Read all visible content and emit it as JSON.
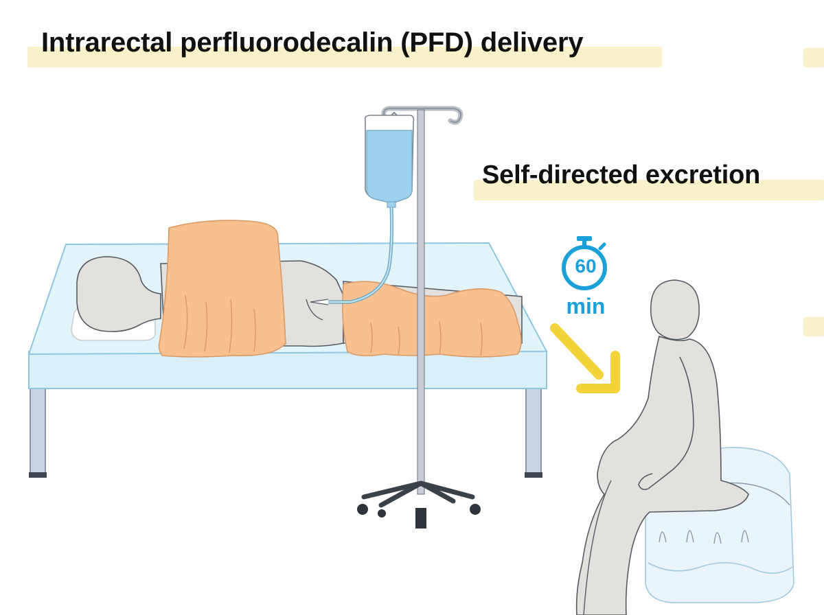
{
  "sections": {
    "delivery": {
      "title": "Intrarectal perfluorodecalin (PFD) delivery"
    },
    "excretion": {
      "title": "Self-directed excretion"
    }
  },
  "timer": {
    "value": "60",
    "unit": "min"
  },
  "colors": {
    "highlight": "#f8f1c9",
    "bed": "#d7eef8",
    "blanket": "#f9c08f",
    "body": "#e3e1de",
    "iv_fluid": "#9ed2ec",
    "timer_blue": "#1ca0d8",
    "arrow_yellow": "#f2d43a"
  },
  "icons": [
    "stopwatch-icon",
    "arrow-down-right-icon"
  ]
}
